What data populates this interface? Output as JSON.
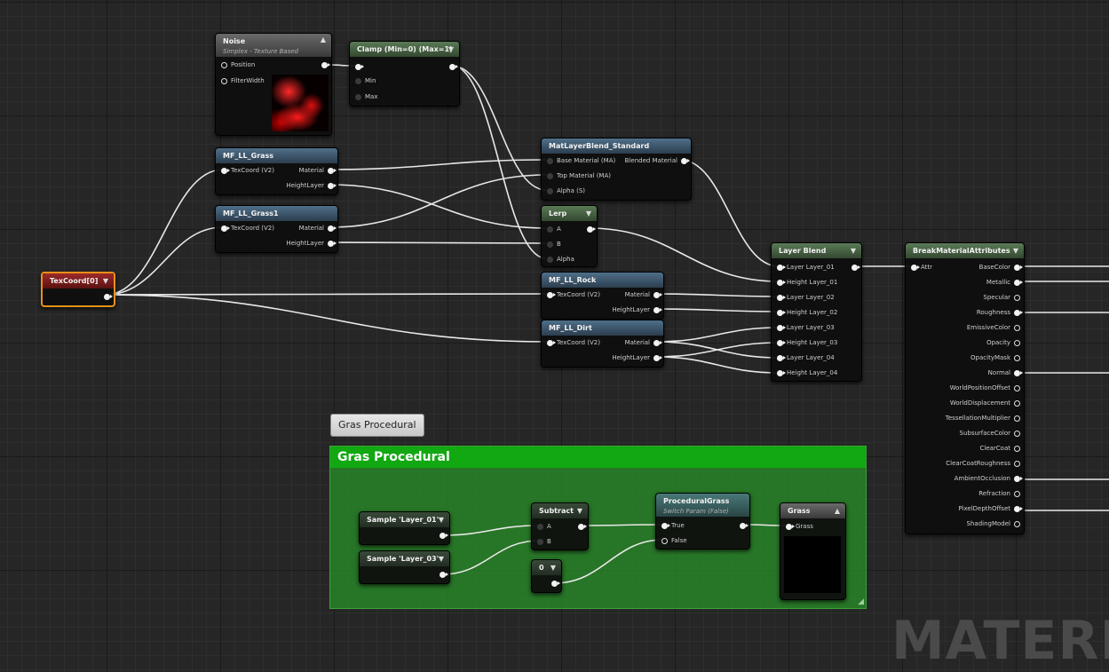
{
  "editor": {
    "watermark": "MATERIAL"
  },
  "comment": {
    "tab_label": "Gras Procedural",
    "title": "Gras Procedural"
  },
  "nodes": {
    "noise": {
      "title": "Noise",
      "subtitle": "Simplex - Texture Based",
      "inputs": [
        "Position",
        "FilterWidth"
      ]
    },
    "clamp": {
      "title": "Clamp (Min=0) (Max=1)",
      "inputs": [
        "Min",
        "Max"
      ]
    },
    "mf_grass": {
      "title": "MF_LL_Grass",
      "input": "TexCoord (V2)",
      "outputs": [
        "Material",
        "HeightLayer"
      ]
    },
    "mf_grass1": {
      "title": "MF_LL_Grass1",
      "input": "TexCoord (V2)",
      "outputs": [
        "Material",
        "HeightLayer"
      ]
    },
    "texcoord": {
      "title": "TexCoord[0]"
    },
    "matlayerblend": {
      "title": "MatLayerBlend_Standard",
      "inputs": [
        "Base Material (MA)",
        "Top Material (MA)",
        "Alpha (S)"
      ],
      "output": "Blended Material"
    },
    "lerp": {
      "title": "Lerp",
      "inputs": [
        "A",
        "B",
        "Alpha"
      ]
    },
    "mf_rock": {
      "title": "MF_LL_Rock",
      "input": "TexCoord (V2)",
      "outputs": [
        "Material",
        "HeightLayer"
      ]
    },
    "mf_dirt": {
      "title": "MF_LL_Dirt",
      "input": "TexCoord (V2)",
      "outputs": [
        "Material",
        "HeightLayer"
      ]
    },
    "layerblend": {
      "title": "Layer Blend",
      "inputs": [
        "Layer Layer_01",
        "Height Layer_01",
        "Layer Layer_02",
        "Height Layer_02",
        "Layer Layer_03",
        "Height Layer_03",
        "Layer Layer_04",
        "Height Layer_04"
      ]
    },
    "breakmat": {
      "title": "BreakMaterialAttributes",
      "input": "Attr",
      "outputs": [
        "BaseColor",
        "Metallic",
        "Specular",
        "Roughness",
        "EmissiveColor",
        "Opacity",
        "OpacityMask",
        "Normal",
        "WorldPositionOffset",
        "WorldDisplacement",
        "TessellationMultiplier",
        "SubsurfaceColor",
        "ClearCoat",
        "ClearCoatRoughness",
        "AmbientOcclusion",
        "Refraction",
        "PixelDepthOffset",
        "ShadingModel"
      ]
    },
    "sample1": {
      "title": "Sample 'Layer_01'"
    },
    "sample3": {
      "title": "Sample 'Layer_03'"
    },
    "subtract": {
      "title": "Subtract",
      "inputs": [
        "A",
        "B"
      ]
    },
    "const0": {
      "title": "0"
    },
    "procgrass": {
      "title": "ProceduralGrass",
      "subtitle": "Switch Param (False)",
      "inputs": [
        "True",
        "False"
      ]
    },
    "grass": {
      "title": "Grass",
      "input": "Grass"
    }
  },
  "colors": {
    "wire": "#e8e8e8",
    "comment_header": "#11a811",
    "texcoord_outline": "#e8901a"
  }
}
